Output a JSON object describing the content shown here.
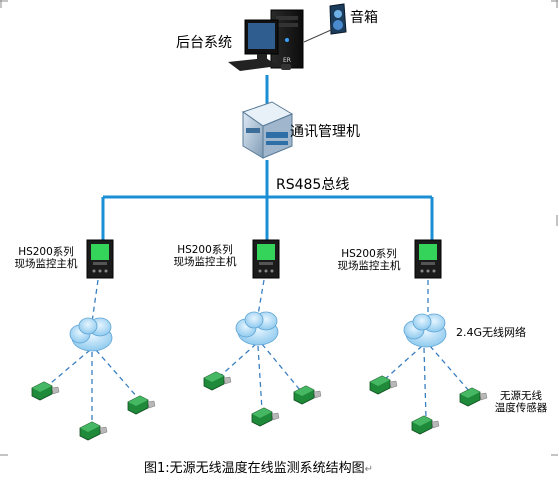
{
  "nodes": {
    "server_label": "后台系统",
    "speaker_label": "音箱",
    "comm_label": "通讯管理机",
    "bus_label": "RS485总线",
    "monitor_labels": [
      [
        "HS200系列",
        "现场监控主机"
      ],
      [
        "HS200系列",
        "现场监控主机"
      ],
      [
        "HS200系列",
        "现场监控主机"
      ]
    ],
    "wireless_label": "2.4G无线网络",
    "sensor_label": [
      "无源无线",
      "温度传感器"
    ]
  },
  "caption": "图1:无源无线温度在线监测系统结构图",
  "caption_mark": "↵",
  "colors": {
    "bus_line": "#1a8fd6",
    "dashed": "#3a7fc0",
    "cloud": "#9fd0ef",
    "sensor": "#1f8a3a",
    "monitor_screen": "#34d35a"
  }
}
